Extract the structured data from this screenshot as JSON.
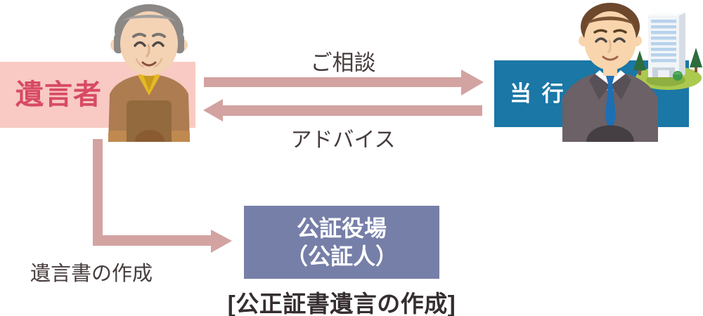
{
  "colors": {
    "bg": "#ffffff",
    "box-pink": "#f8cac3",
    "box-pink-text": "#d84a64",
    "box-blue": "#1a77a6",
    "box-purple": "#767fa8",
    "box-label-light": "#ffffff",
    "arrow": "#d2a3a1",
    "label-text": "#473c3d",
    "caption-text": "#352d2f"
  },
  "nodes": {
    "testator": {
      "label": "遺言者"
    },
    "bank": {
      "label": "当 行"
    },
    "notary": {
      "line1": "公証役場",
      "line2": "（公証人）"
    }
  },
  "arrows": {
    "consult": {
      "label": "ご相談",
      "direction": "testator-to-bank"
    },
    "advice": {
      "label": "アドバイス",
      "direction": "bank-to-testator"
    },
    "will": {
      "label": "遺言書の作成",
      "direction": "testator-to-notary"
    }
  },
  "caption": "[公正証書遺言の作成]",
  "illustrations": {
    "testator": "elderly-man",
    "bank": "businessman",
    "bank_building": "office-building-on-green-island"
  }
}
